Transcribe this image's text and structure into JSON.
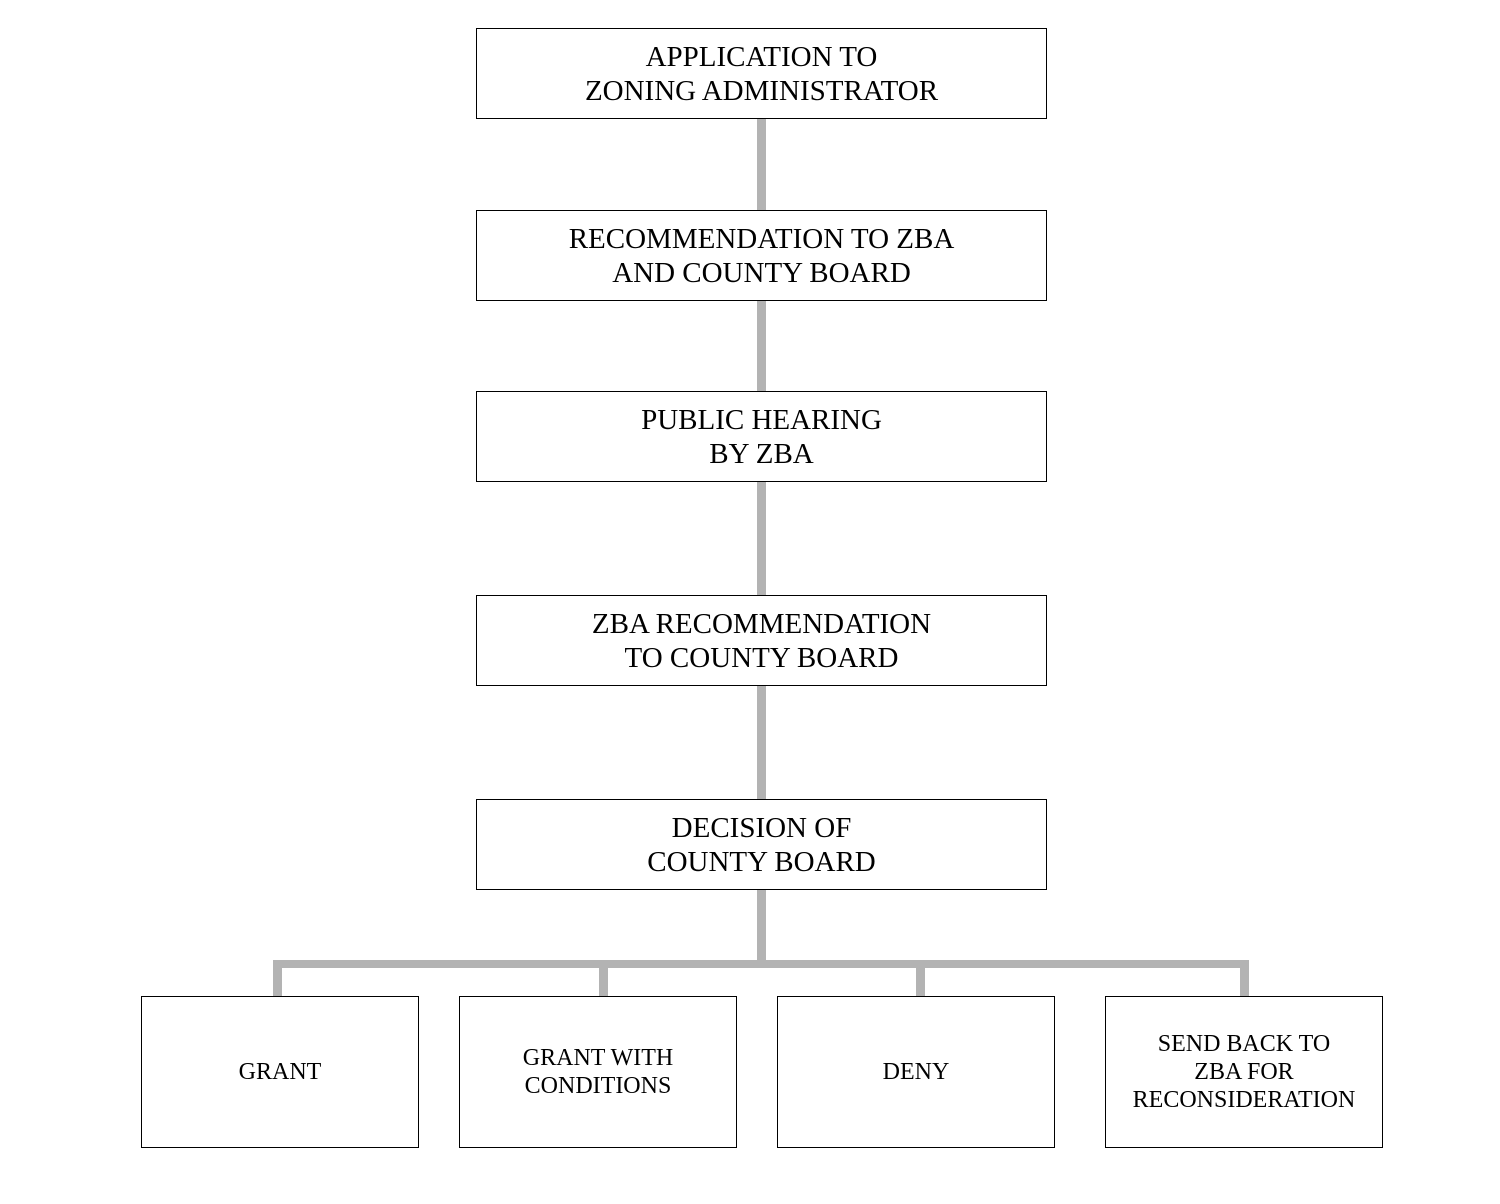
{
  "diagram": {
    "type": "flowchart",
    "connector_color": "#b3b3b3",
    "steps": [
      {
        "id": "application",
        "label": "APPLICATION TO\nZONING ADMINISTRATOR"
      },
      {
        "id": "recommendation",
        "label": "RECOMMENDATION TO ZBA\nAND COUNTY BOARD"
      },
      {
        "id": "public-hearing",
        "label": "PUBLIC HEARING\nBY ZBA"
      },
      {
        "id": "zba-recommendation",
        "label": "ZBA RECOMMENDATION\nTO COUNTY BOARD"
      },
      {
        "id": "decision",
        "label": "DECISION OF\nCOUNTY BOARD"
      }
    ],
    "outcomes": [
      {
        "id": "grant",
        "label": "GRANT"
      },
      {
        "id": "grant-with-conditions",
        "label": "GRANT WITH\nCONDITIONS"
      },
      {
        "id": "deny",
        "label": "DENY"
      },
      {
        "id": "send-back",
        "label": "SEND BACK TO\nZBA FOR\nRECONSIDERATION"
      }
    ],
    "edges": [
      [
        "application",
        "recommendation"
      ],
      [
        "recommendation",
        "public-hearing"
      ],
      [
        "public-hearing",
        "zba-recommendation"
      ],
      [
        "zba-recommendation",
        "decision"
      ],
      [
        "decision",
        "grant"
      ],
      [
        "decision",
        "grant-with-conditions"
      ],
      [
        "decision",
        "deny"
      ],
      [
        "decision",
        "send-back"
      ]
    ]
  }
}
